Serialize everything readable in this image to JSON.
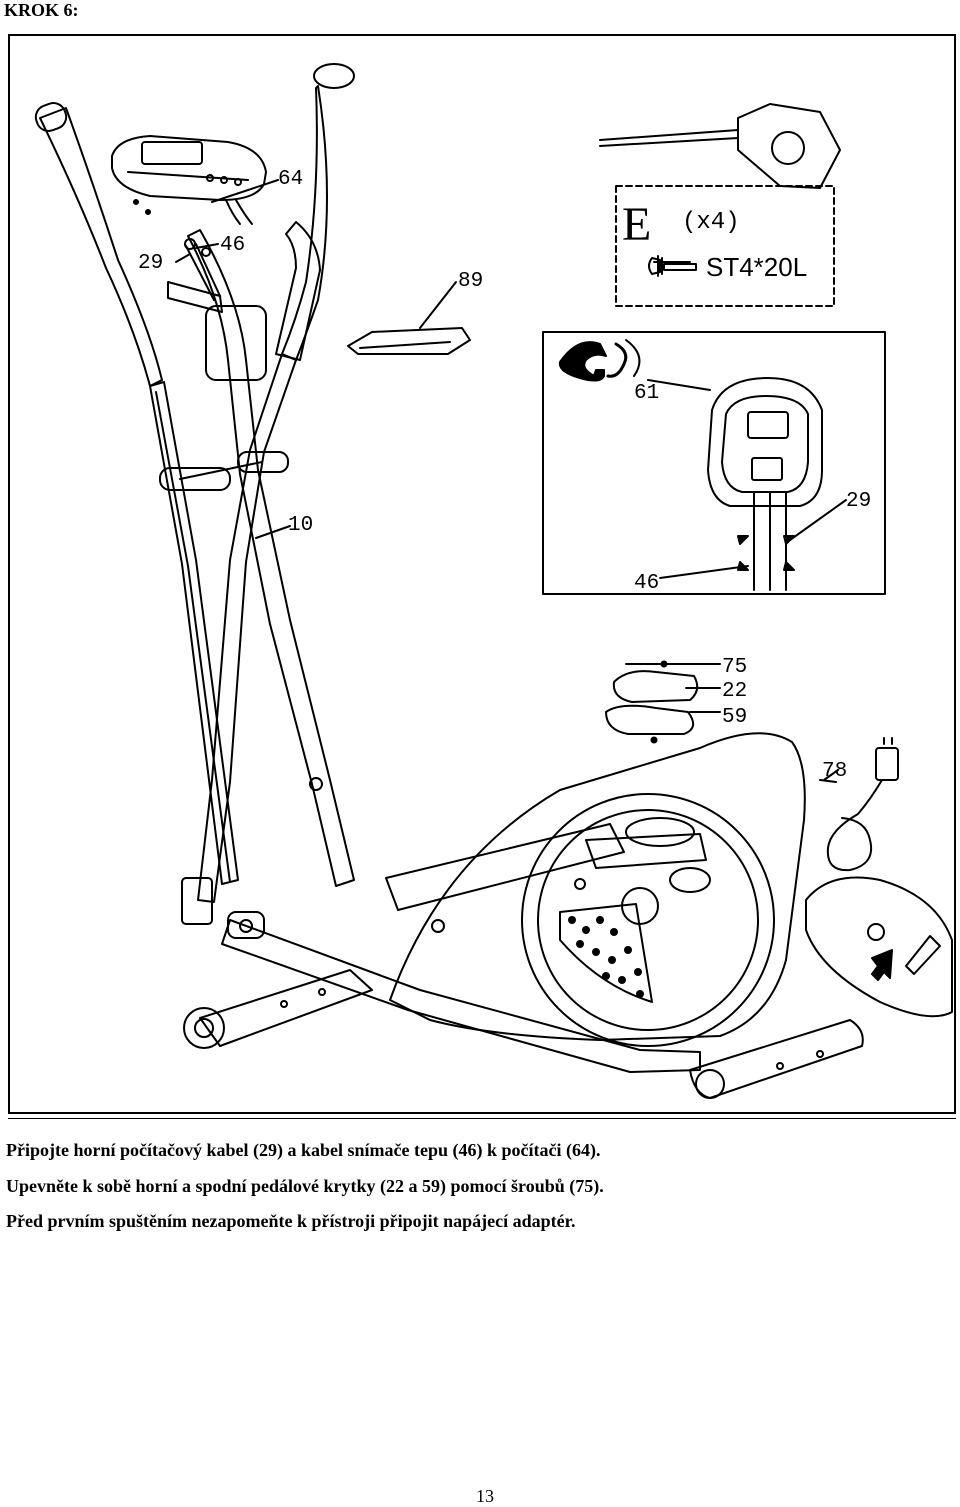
{
  "header": {
    "step": "KROK 6:"
  },
  "parts": {
    "p64": "64",
    "p46": "46",
    "p29": "29",
    "p89": "89",
    "p10": "10",
    "p61": "61",
    "p29b": "29",
    "p46b": "46",
    "p75": "75",
    "p22": "22",
    "p59": "59",
    "p78": "78"
  },
  "hardware": {
    "letter": "E",
    "qty": "(x4)",
    "spec": "ST4*20L"
  },
  "instructions": [
    "Připojte horní počítačový kabel (29) a kabel snímače tepu (46) k počítači (64).",
    "Upevněte k sobě horní a spodní pedálové krytky (22 a 59) pomocí šroubů (75).",
    "Před prvním spuštěním nezapomeňte k přístroji připojit napájecí adaptér."
  ],
  "page_number": "13"
}
